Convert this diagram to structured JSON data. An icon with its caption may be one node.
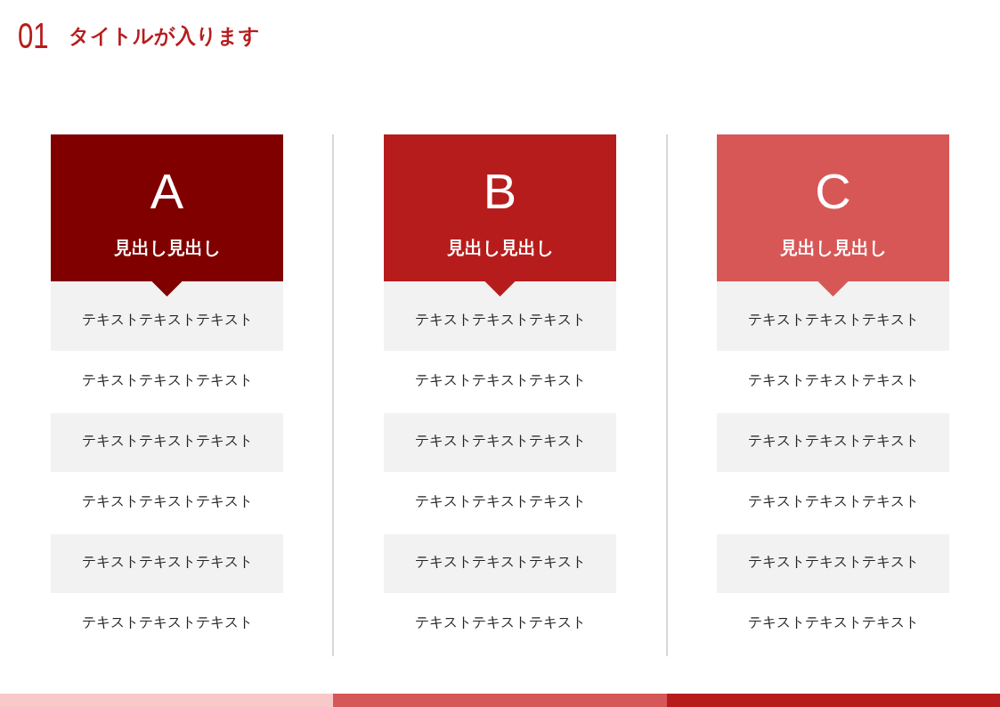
{
  "diagram": {
    "title": "タイトルが入ります",
    "nodes": [
      {
        "text": [
          "A",
          "見出し見出し"
        ]
      },
      {
        "text": [
          "テキストテキストテキスト"
        ]
      },
      {
        "text": [
          "テキストテキストテキスト"
        ]
      },
      {
        "text": [
          "テキストテキストテキスト"
        ]
      },
      {
        "text": [
          "B",
          "見出し見出し"
        ]
      },
      {
        "text": [
          "テキストテキストテキスト"
        ]
      },
      {
        "text": [
          "テキストテキストテキスト"
        ]
      },
      {
        "text": [
          "テキストテキストテキスト"
        ]
      },
      {
        "text": [
          "C",
          "見出し見出し"
        ]
      },
      {
        "text": [
          "テキストテキストテキスト"
        ]
      },
      {
        "text": [
          "テキストテキストテキスト"
        ]
      },
      {
        "text": [
          "テキストテキストテキスト"
        ]
      }
    ],
    "labels": [
      "01",
      "テキストテキストテキスト",
      "テキストテキストテキスト",
      "テキストテキストテキスト",
      "テキストテキストテキスト",
      "テキストテキストテキスト",
      "テキストテキストテキスト",
      "テキストテキストテキスト",
      "テキストテキストテキスト",
      "テキストテキストテキスト"
    ]
  }
}
